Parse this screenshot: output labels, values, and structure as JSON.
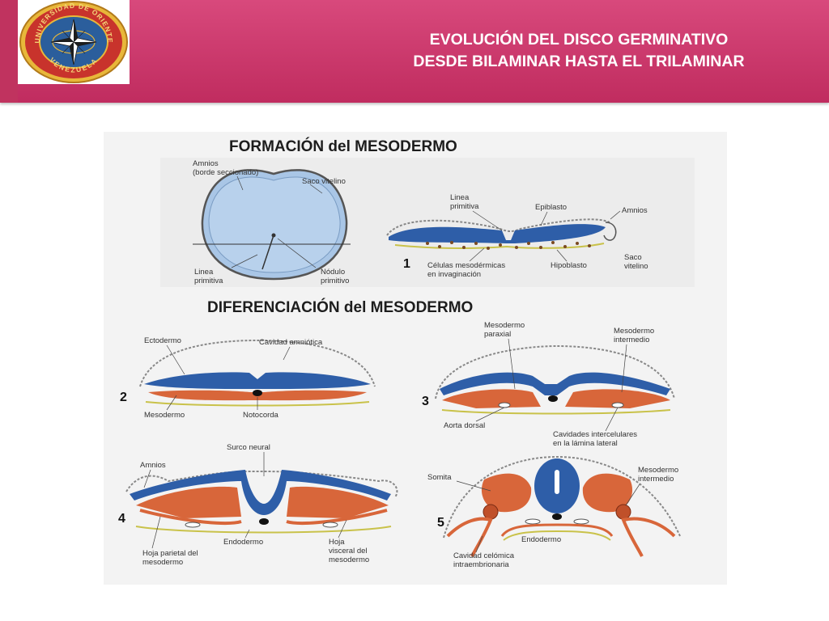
{
  "header": {
    "title_line1": "EVOLUCIÓN DEL DISCO GERMINATIVO",
    "title_line2": "DESDE BILAMINAR HASTA EL TRILAMINAR",
    "logo_text_top": "UNIVERSIDAD DE ORIENTE",
    "logo_text_bottom": "VENEZUELA"
  },
  "colors": {
    "header": "#c8336a",
    "ectoderm": "#2e5ea8",
    "mesoderm": "#d8663a",
    "yolk_sac_fill": "#a9c6e6",
    "endoderm_line": "#c9c24a"
  },
  "figure": {
    "heading_formation": "FORMACIÓN del MESODERMO",
    "heading_differentiation": "DIFERENCIACIÓN del MESODERMO",
    "panel0": {
      "amnios": "Amnios",
      "borde": "(borde seccionado)",
      "saco_vitelino": "Saco vitelino",
      "linea_primitiva_1": "Linea",
      "linea_primitiva_2": "primitiva",
      "nodulo_1": "Nódulo",
      "nodulo_2": "primitivo"
    },
    "panel1": {
      "number": "1",
      "linea_1": "Linea",
      "linea_2": "primitiva",
      "epiblasto": "Epiblasto",
      "amnios": "Amnios",
      "saco_1": "Saco",
      "saco_2": "vitelino",
      "celulas_1": "Células mesodérmicas",
      "celulas_2": "en invaginación",
      "hipoblasto": "Hipoblasto"
    },
    "panel2": {
      "number": "2",
      "ectodermo": "Ectodermo",
      "cavidad": "Cavidad amniótica",
      "mesodermo": "Mesodermo",
      "notocorda": "Notocorda"
    },
    "panel3": {
      "number": "3",
      "paraxial_1": "Mesodermo",
      "paraxial_2": "paraxial",
      "intermedio_1": "Mesodermo",
      "intermedio_2": "intermedio",
      "aorta": "Aorta dorsal",
      "cavidades_1": "Cavidades intercelulares",
      "cavidades_2": "en la lámina lateral"
    },
    "panel4": {
      "number": "4",
      "amnios": "Amnios",
      "surco": "Surco neural",
      "endodermo": "Endodermo",
      "parietal_1": "Hoja parietal del",
      "parietal_2": "mesodermo",
      "visceral_1": "Hoja",
      "visceral_2": "visceral del",
      "visceral_3": "mesodermo"
    },
    "panel5": {
      "number": "5",
      "somita": "Somita",
      "intermedio_1": "Mesodermo",
      "intermedio_2": "intermedio",
      "endodermo": "Endodermo",
      "celomica_1": "Cavidad celómica",
      "celomica_2": "intraembrionaria"
    }
  }
}
